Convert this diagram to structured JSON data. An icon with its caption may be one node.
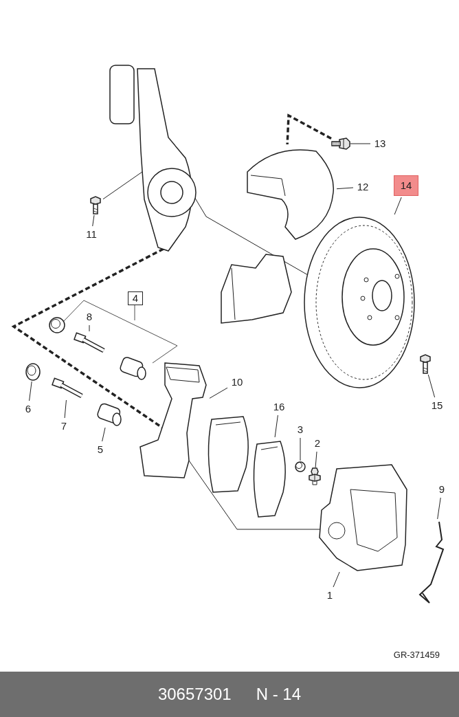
{
  "diagram": {
    "nodes": [
      {
        "text": [
          "13"
        ]
      },
      {
        "text": [
          "12"
        ]
      },
      {
        "text": [
          "14"
        ]
      },
      {
        "text": [
          "11"
        ]
      },
      {
        "text": [
          "4"
        ]
      },
      {
        "text": [
          "8"
        ]
      },
      {
        "text": [
          "6"
        ]
      },
      {
        "text": [
          "10"
        ]
      },
      {
        "text": [
          "15"
        ]
      },
      {
        "text": [
          "16"
        ]
      },
      {
        "text": [
          "3"
        ]
      },
      {
        "text": [
          "2"
        ]
      },
      {
        "text": [
          "7"
        ]
      },
      {
        "text": [
          "5"
        ]
      },
      {
        "text": [
          "9"
        ]
      },
      {
        "text": [
          "1"
        ]
      },
      {
        "text": [],
        "shape": "picture"
      },
      {
        "text": [],
        "shape": "picture"
      },
      {
        "text": [],
        "shape": "picture"
      },
      {
        "text": [],
        "shape": "picture"
      },
      {
        "text": [],
        "shape": "picture"
      },
      {
        "text": [],
        "shape": "picture"
      },
      {
        "text": [],
        "shape": "picture"
      },
      {
        "text": [],
        "shape": "picture"
      },
      {
        "text": [],
        "shape": "picture"
      },
      {
        "text": [],
        "shape": "picture"
      },
      {
        "text": [],
        "shape": "picture"
      },
      {
        "text": [],
        "shape": "picture"
      },
      {
        "text": [],
        "shape": "picture"
      },
      {
        "text": [],
        "shape": "picture"
      },
      {
        "text": [],
        "shape": "picture"
      },
      {
        "text": [],
        "shape": "picture"
      }
    ],
    "edges": [
      {
        "from": 0,
        "to": 16,
        "arrow": "none"
      },
      {
        "from": 1,
        "to": 17,
        "arrow": "none"
      },
      {
        "from": 2,
        "to": 18,
        "arrow": "none"
      },
      {
        "from": 3,
        "to": 19,
        "arrow": "none"
      },
      {
        "from": 5,
        "to": 20,
        "arrow": "none"
      },
      {
        "from": 6,
        "to": 21,
        "arrow": "none"
      },
      {
        "from": 7,
        "to": 22,
        "arrow": "none"
      },
      {
        "from": 8,
        "to": 23,
        "arrow": "none"
      },
      {
        "from": 9,
        "to": 24,
        "arrow": "none"
      },
      {
        "from": 10,
        "to": 25,
        "arrow": "none"
      },
      {
        "from": 11,
        "to": 26,
        "arrow": "none"
      },
      {
        "from": 12,
        "to": 27,
        "arrow": "none"
      },
      {
        "from": 13,
        "to": 28,
        "arrow": "none"
      },
      {
        "from": 14,
        "to": 29,
        "arrow": "none"
      },
      {
        "from": 15,
        "to": 30,
        "arrow": "none"
      },
      {
        "from": 16,
        "to": 17,
        "arrow": "none",
        "style": "dashed"
      },
      {
        "from": 31,
        "to": 22,
        "arrow": "none",
        "style": "dashed"
      },
      {
        "from": 22,
        "to": 30,
        "arrow": "none"
      },
      {
        "from": 31,
        "to": 18,
        "arrow": "none"
      },
      {
        "from": 19,
        "to": 31,
        "arrow": "none"
      }
    ],
    "labels": [
      "GR-371459",
      "30657301",
      "N - 14"
    ]
  }
}
